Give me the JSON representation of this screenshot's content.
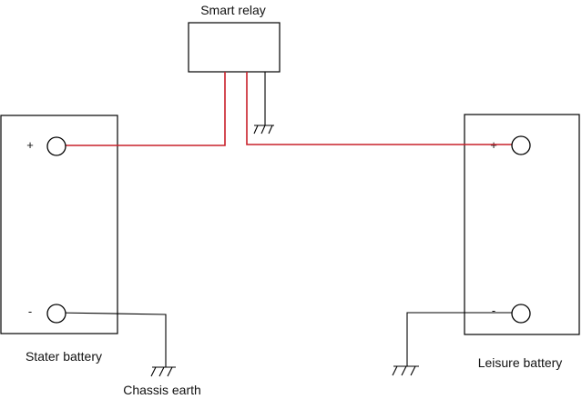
{
  "labels": {
    "relay": "Smart relay",
    "starter_battery": "Stater battery",
    "leisure_battery": "Leisure battery",
    "chassis_earth": "Chassis earth",
    "plus": "+",
    "minus": "-"
  },
  "colors": {
    "positive_wire": "#c8202a",
    "earth_wire": "#000000"
  },
  "icons": [
    "ground-symbol"
  ]
}
